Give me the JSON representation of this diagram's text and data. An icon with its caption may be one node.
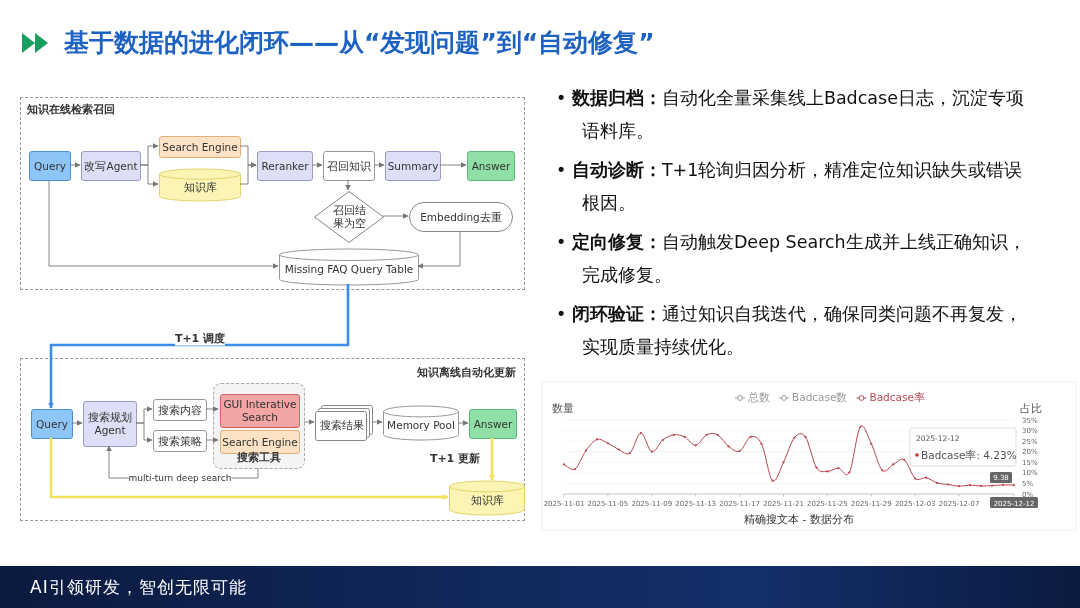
{
  "diagram": {
    "title": "基于数据的进化闭环——从“发现问题”到“自动修复”",
    "nodes": [
      {
        "text": [
          "知识在线检索召回"
        ]
      },
      {
        "text": [
          "Query"
        ],
        "in": 0
      },
      {
        "text": [
          "改写Agent"
        ],
        "in": 0
      },
      {
        "text": [
          "Search Engine"
        ],
        "in": 0
      },
      {
        "text": [
          "知识库"
        ],
        "in": 0
      },
      {
        "text": [
          "Reranker"
        ],
        "in": 0
      },
      {
        "text": [
          "召回知识"
        ],
        "in": 0
      },
      {
        "text": [
          "Summary"
        ],
        "in": 0
      },
      {
        "text": [
          "Answer"
        ],
        "in": 0
      },
      {
        "text": [
          "召回结果为空"
        ],
        "in": 0
      },
      {
        "text": [
          "Embedding去重"
        ],
        "in": 0
      },
      {
        "text": [
          "Missing FAQ Query Table"
        ],
        "in": 0
      },
      {
        "text": [
          "知识离线自动化更新"
        ]
      },
      {
        "text": [
          "Query"
        ],
        "in": 12
      },
      {
        "text": [
          "搜索规划 Agent"
        ],
        "in": 12
      },
      {
        "text": [
          "搜索内容"
        ],
        "in": 12
      },
      {
        "text": [
          "搜索策略"
        ],
        "in": 12
      },
      {
        "text": [
          "搜索工具"
        ],
        "in": 12
      },
      {
        "text": [
          "GUI Interative Search"
        ],
        "in": 17
      },
      {
        "text": [
          "Search Engine"
        ],
        "in": 17
      },
      {
        "text": [
          "搜索结果"
        ],
        "in": 12
      },
      {
        "text": [
          "Memory Pool"
        ],
        "in": 12
      },
      {
        "text": [
          "Answer"
        ],
        "in": 12
      },
      {
        "text": [
          "知识库"
        ],
        "in": 12
      }
    ],
    "edges": [
      {
        "from": 1,
        "to": 2,
        "arrow": "to"
      },
      {
        "from": 2,
        "to": 3,
        "arrow": "to"
      },
      {
        "from": 2,
        "to": 4,
        "arrow": "to"
      },
      {
        "from": 3,
        "to": 5,
        "arrow": "to"
      },
      {
        "from": 4,
        "to": 5,
        "arrow": "to"
      },
      {
        "from": 5,
        "to": 6,
        "arrow": "to"
      },
      {
        "from": 6,
        "to": 7,
        "arrow": "to"
      },
      {
        "from": 7,
        "to": 8,
        "arrow": "to"
      },
      {
        "from": 6,
        "to": 9,
        "arrow": "to"
      },
      {
        "from": 9,
        "to": 10,
        "arrow": "to"
      },
      {
        "from": 10,
        "to": 11,
        "arrow": "to"
      },
      {
        "from": 1,
        "to": 11,
        "arrow": "to"
      },
      {
        "from": 11,
        "to": 13,
        "arrow": "to",
        "label": "T+1 调度",
        "style": "thick",
        "color": "#3a8ee6"
      },
      {
        "from": 13,
        "to": 14,
        "arrow": "to"
      },
      {
        "from": 14,
        "to": 15,
        "arrow": "to"
      },
      {
        "from": 14,
        "to": 16,
        "arrow": "to"
      },
      {
        "from": 15,
        "to": 18,
        "arrow": "to"
      },
      {
        "from": 16,
        "to": 19,
        "arrow": "to"
      },
      {
        "from": 17,
        "to": 20,
        "arrow": "to"
      },
      {
        "from": 20,
        "to": 21,
        "arrow": "to"
      },
      {
        "from": 21,
        "to": 22,
        "arrow": "to"
      },
      {
        "from": 22,
        "to": 23,
        "arrow": "to",
        "label": "T+1 更新",
        "style": "thick",
        "color": "#f2e15a"
      },
      {
        "from": 13,
        "to": 23,
        "arrow": "to",
        "style": "thick",
        "color": "#f2e15a"
      },
      {
        "from": 17,
        "to": 14,
        "arrow": "to",
        "label": "multi-turn deep search"
      }
    ],
    "labels": [
      "• **数据归档：**自动化全量采集线上Badcase日志，沉淀专项语料库。",
      "• **自动诊断：**T+1轮询归因分析，精准定位知识缺失或错误根因。",
      "• **定向修复：**自动触发Deep Search生成并上线正确知识，完成修复。",
      "• **闭环验证：**通过知识自我迭代，确保同类问题不再复发，实现质量持续优化。",
      "AI引领研发，智创无限可能"
    ],
    "chart_data": {
      "type": "line",
      "title": "精确搜文本 - 数据分布",
      "ylabel": "占比",
      "grid": true,
      "categories": [
        "2025-11-01",
        null,
        null,
        null,
        "2025-11-05",
        null,
        null,
        null,
        "2025-11-09",
        null,
        null,
        null,
        "2025-11-13",
        null,
        null,
        null,
        "2025-11-17",
        null,
        null,
        null,
        "2025-11-21",
        null,
        null,
        null,
        "2025-11-25",
        null,
        null,
        null,
        "2025-11-29",
        null,
        null,
        null,
        "2025-12-03",
        null,
        null,
        null,
        "2025-12-07",
        null,
        null,
        null,
        null,
        "2025-12-12"
      ],
      "series": [
        {
          "name": "总数",
          "color": "#999999",
          "values": [
            null,
            null,
            null,
            null,
            null,
            null,
            null,
            null,
            null,
            null,
            null,
            null,
            null,
            null,
            null,
            null,
            null,
            null,
            null,
            null,
            null,
            null,
            null,
            null,
            null,
            null,
            null,
            null,
            null,
            null,
            null,
            null,
            null,
            null,
            null,
            null,
            null,
            null,
            null,
            null,
            null,
            null
          ]
        },
        {
          "name": "Badcase数",
          "color": "#999999",
          "values": [
            null,
            null,
            null,
            null,
            null,
            null,
            null,
            null,
            null,
            null,
            null,
            null,
            null,
            null,
            null,
            null,
            null,
            null,
            null,
            null,
            null,
            null,
            null,
            null,
            null,
            null,
            null,
            null,
            null,
            null,
            null,
            null,
            null,
            null,
            null,
            null,
            null,
            null,
            null,
            null,
            null,
            null
          ]
        },
        {
          "name": "Badcase率",
          "color": "#b8474f",
          "values": [
            14,
            11.8,
            20.5,
            25.8,
            24,
            21,
            19.3,
            28.8,
            20,
            25.5,
            28,
            27,
            23,
            28,
            28,
            22.5,
            20.3,
            27,
            23.7,
            6.3,
            15,
            26.7,
            27,
            12.5,
            10.7,
            12.2,
            10.2,
            31.8,
            23.7,
            11.2,
            14,
            16.2,
            7.3,
            7.7,
            5.2,
            4.5,
            3.7,
            4.2,
            3.8,
            4,
            4.3,
            4.2
          ]
        }
      ],
      "ylim": [
        0,
        35
      ],
      "yticks": [
        {
          "value": 0,
          "label": "0%"
        },
        {
          "value": 5,
          "label": "5%"
        },
        {
          "value": 10,
          "label": "10%"
        },
        {
          "value": 15,
          "label": "15%"
        },
        {
          "value": 20,
          "label": "20%"
        },
        {
          "value": 25,
          "label": "25%"
        },
        {
          "value": 30,
          "label": "30%"
        },
        {
          "value": 35,
          "label": "35%"
        }
      ],
      "annotations": [
        {
          "text": "数量"
        },
        {
          "text": "9.38"
        },
        {
          "text": "2025-12-12"
        },
        {
          "text": "Badcase率: 4.23%"
        }
      ]
    }
  }
}
